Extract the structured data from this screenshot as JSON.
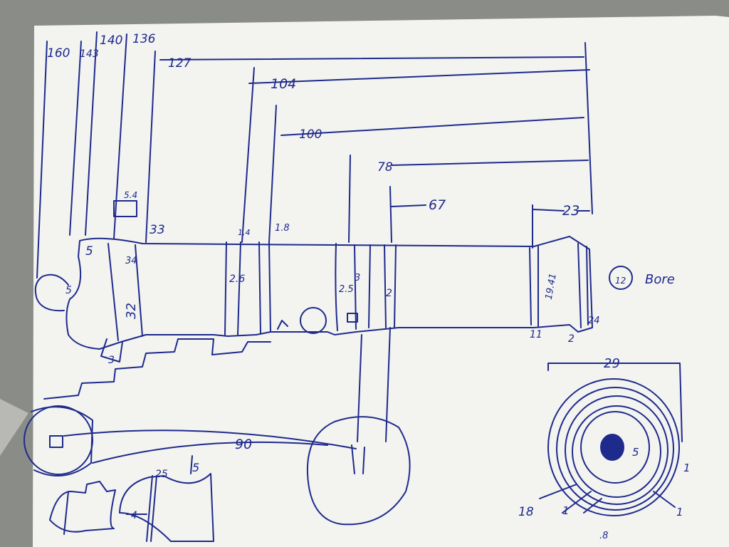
{
  "colors": {
    "ink": "#1e2a8c",
    "paper": "#f3f3f0",
    "table": "#8a8c88"
  },
  "labels": {
    "d160": "160",
    "d143": "143",
    "d140": "140",
    "d136": "136",
    "d127": "127",
    "d104": "104",
    "d100": "100",
    "d78": "78",
    "d67": "67",
    "d23": "23",
    "d33": "33",
    "d54": "5.4",
    "d5_top": "5",
    "d5_knob": "5",
    "d32": "32",
    "d34": "34",
    "d14": "1.4",
    "d18": "1.8",
    "d26": "2.6",
    "d25": "2.5",
    "d3": "3",
    "d2": "2",
    "d1941": "19.41",
    "d11": "11",
    "d2b": "2",
    "d24": "24",
    "d3b": "3",
    "bore_num": "12",
    "bore_word": "Bore",
    "d29": "29",
    "d5c": "5",
    "d1a": "1",
    "d1b": "1",
    "d18b": "18",
    "d1c": "1",
    "d08": ".8",
    "d90": "90",
    "d25b": "25",
    "d5b": "5",
    "d4": "4"
  }
}
